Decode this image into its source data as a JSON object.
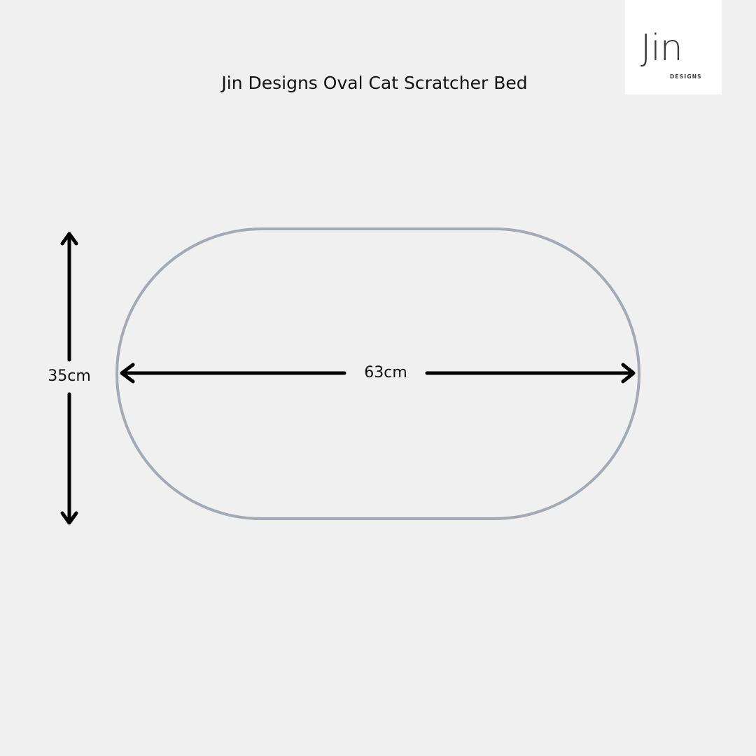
{
  "title": "Jin Designs Oval Cat Scratcher Bed",
  "logo": {
    "main": "Jin",
    "sub": "DESIGNS"
  },
  "dimensions": {
    "width_label": "63cm",
    "height_label": "35cm"
  },
  "colors": {
    "background": "#f0f0f0",
    "outline": "#a2abb4",
    "arrow": "#000000",
    "text": "#111111"
  }
}
